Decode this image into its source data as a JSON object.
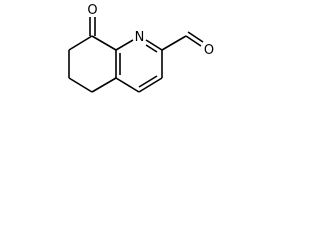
{
  "molecule": {
    "atoms": {
      "ketone_oxygen": "O",
      "ring_nitrogen": "N",
      "aldehyde_oxygen": "O"
    }
  }
}
